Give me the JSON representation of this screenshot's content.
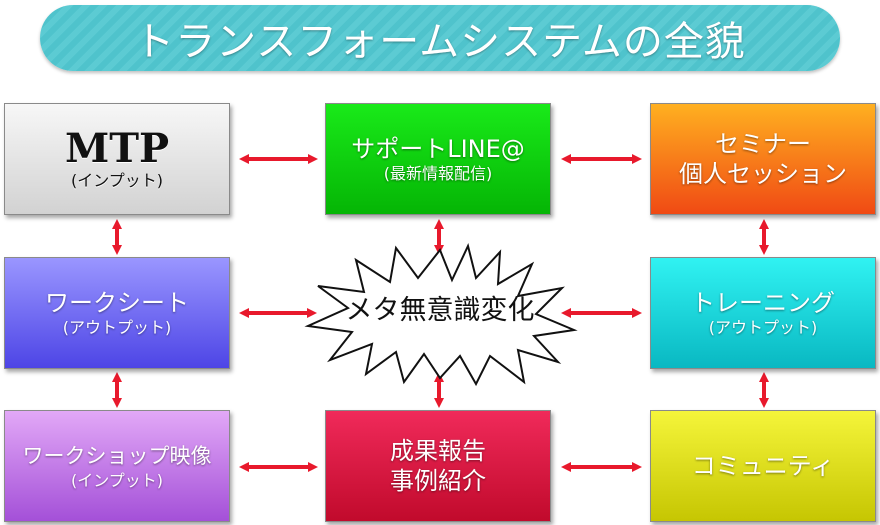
{
  "title": "トランスフォームシステムの全貌",
  "center": "メタ無意識変化",
  "boxes": {
    "mtp": {
      "title": "MTP",
      "sub": "(インプット)"
    },
    "line": {
      "title": "サポートLINE@",
      "sub": "(最新情報配信)"
    },
    "seminar": {
      "title": "セミナー\n個人セッション"
    },
    "worksheet": {
      "title": "ワークシート",
      "sub": "(アウトプット)"
    },
    "training": {
      "title": "トレーニング",
      "sub": "(アウトプット)"
    },
    "workshop": {
      "title": "ワークショップ映像",
      "sub": "(インプット)"
    },
    "results": {
      "title": "成果報告\n事例紹介"
    },
    "community": {
      "title": "コミュニティ"
    }
  },
  "colors": {
    "arrow": "#e8192c",
    "title_bg": "#55c8d0"
  }
}
